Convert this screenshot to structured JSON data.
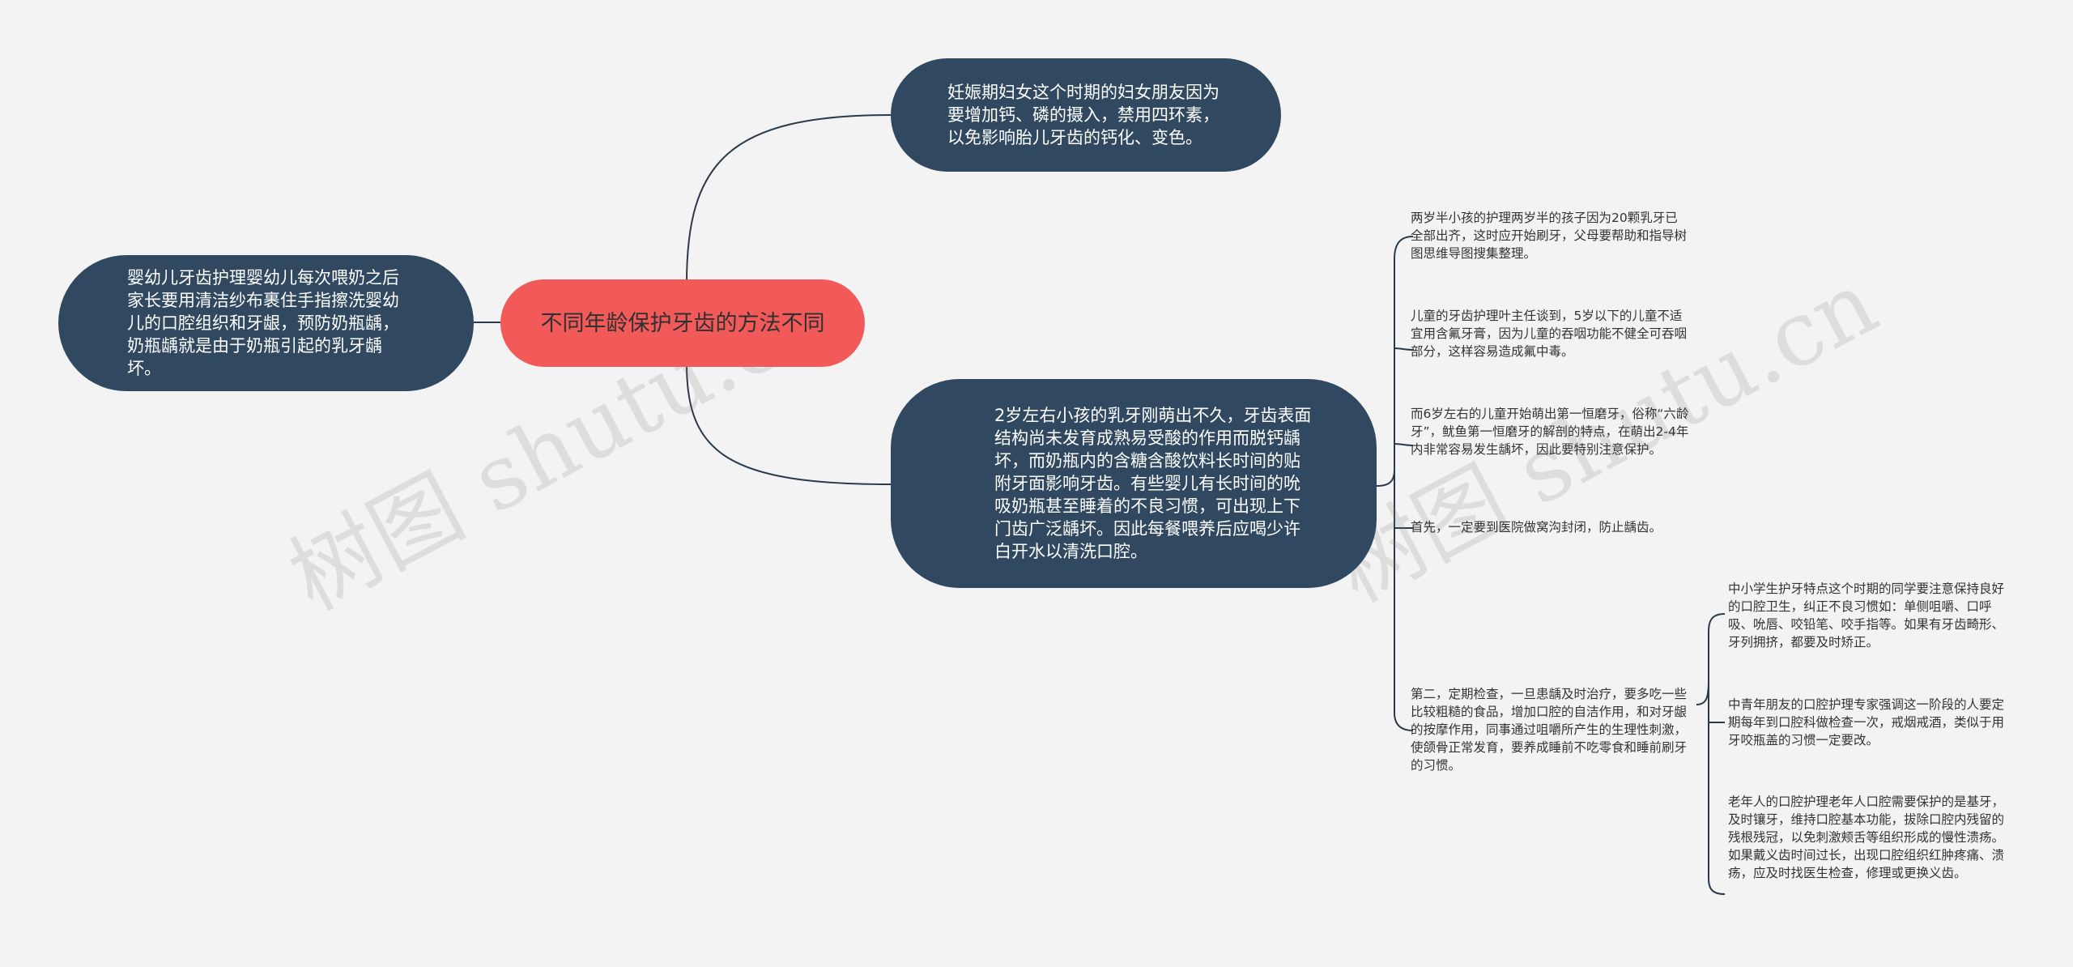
{
  "colors": {
    "root": "#f25a5a",
    "branch": "#304860",
    "line": "#2a3a4a",
    "background": "#f3f3f4"
  },
  "root": {
    "text": "不同年龄保护牙齿的方法不同"
  },
  "branches": {
    "top": {
      "text": "妊娠期妇女这个时期的妇女朋友因为要增加钙、磷的摄入，禁用四环素，以免影响胎儿牙齿的钙化、变色。"
    },
    "left": {
      "text": "婴幼儿牙齿护理婴幼儿每次喂奶之后家长要用清洁纱布裹住手指擦洗婴幼儿的口腔组织和牙龈，预防奶瓶龋，奶瓶龋就是由于奶瓶引起的乳牙龋坏。"
    },
    "right": {
      "text": "2岁左右小孩的乳牙刚萌出不久，牙齿表面结构尚未发育成熟易受酸的作用而脱钙龋坏，而奶瓶内的含糖含酸饮料长时间的贴附牙面影响牙齿。有些婴儿有长时间的吮吸奶瓶甚至睡着的不良习惯，可出现上下门齿广泛龋坏。因此每餐喂养后应喝少许白开水以清洗口腔。"
    }
  },
  "leaves": [
    {
      "text": "两岁半小孩的护理两岁半的孩子因为20颗乳牙已全部出齐，这时应开始刷牙，父母要帮助和指导树图思维导图搜集整理。"
    },
    {
      "text": "儿童的牙齿护理叶主任谈到，5岁以下的儿童不适宜用含氟牙膏，因为儿童的吞咽功能不健全可吞咽部分，这样容易造成氟中毒。"
    },
    {
      "text": "而6岁左右的儿童开始萌出第一恒磨牙，俗称“六龄牙”，鱿鱼第一恒磨牙的解剖的特点，在萌出2-4年内非常容易发生龋坏，因此要特别注意保护。"
    },
    {
      "text": "首先，一定要到医院做窝沟封闭，防止龋齿。"
    },
    {
      "text": "第二，定期检查，一旦患龋及时治疗，要多吃一些比较粗糙的食品，增加口腔的自洁作用，和对牙龈的按摩作用，同事通过咀嚼所产生的生理性刺激，使颌骨正常发育，要养成睡前不吃零食和睡前刷牙的习惯。"
    }
  ],
  "subleaves": [
    {
      "text": "中小学生护牙特点这个时期的同学要注意保持良好的口腔卫生，纠正不良习惯如：单侧咀嚼、口呼吸、吮唇、咬铅笔、咬手指等。如果有牙齿畸形、牙列拥挤，都要及时矫正。"
    },
    {
      "text": "中青年朋友的口腔护理专家强调这一阶段的人要定期每年到口腔科做检查一次，戒烟戒酒，类似于用牙咬瓶盖的习惯一定要改。"
    },
    {
      "text": "老年人的口腔护理老年人口腔需要保护的是基牙，及时镶牙，维持口腔基本功能，拔除口腔内残留的残根残冠，以免刺激颊舌等组织形成的慢性溃疡。如果戴义齿时间过长，出现口腔组织红肿疼痛、溃疡，应及时找医生检查，修理或更换义齿。"
    }
  ],
  "watermarks": [
    "树图 shutu.cn",
    "树图 shutu.cn"
  ]
}
